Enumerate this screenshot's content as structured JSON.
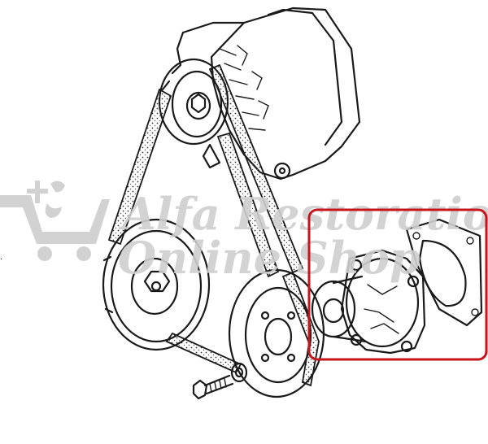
{
  "watermark": {
    "line1": "Alfa Restoration",
    "line2": "Online Shop",
    "color": "#cfcfcf"
  },
  "highlight": {
    "color": "#c4161c",
    "icon": "water-pump-highlight"
  },
  "line_color": "#1a1a1a"
}
